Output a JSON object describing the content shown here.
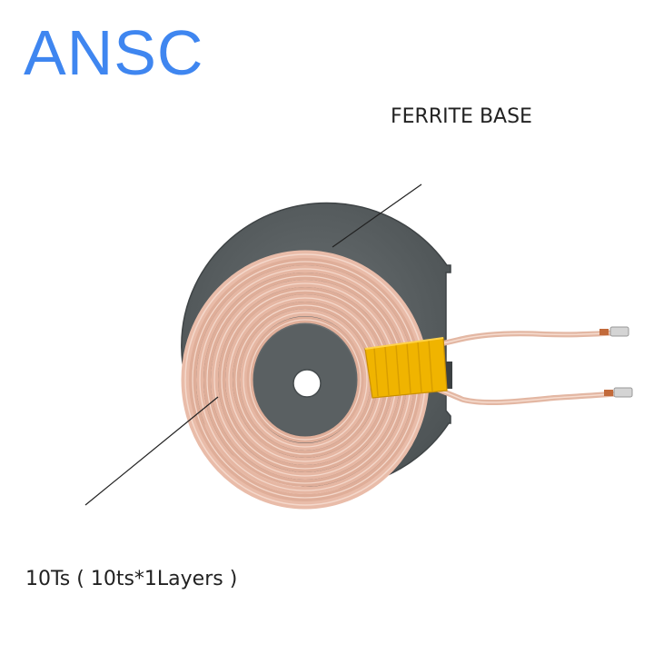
{
  "brand": {
    "text": "ANSC",
    "color": "#3f86f0"
  },
  "labels": {
    "ferrite_base": "FERRITE BASE",
    "turns": "10Ts ( 10ts*1Layers )"
  },
  "colors": {
    "ferrite": "#5e6466",
    "copper": "#e6b9a6",
    "tape": "#f0b400",
    "callout_line": "#222222"
  }
}
